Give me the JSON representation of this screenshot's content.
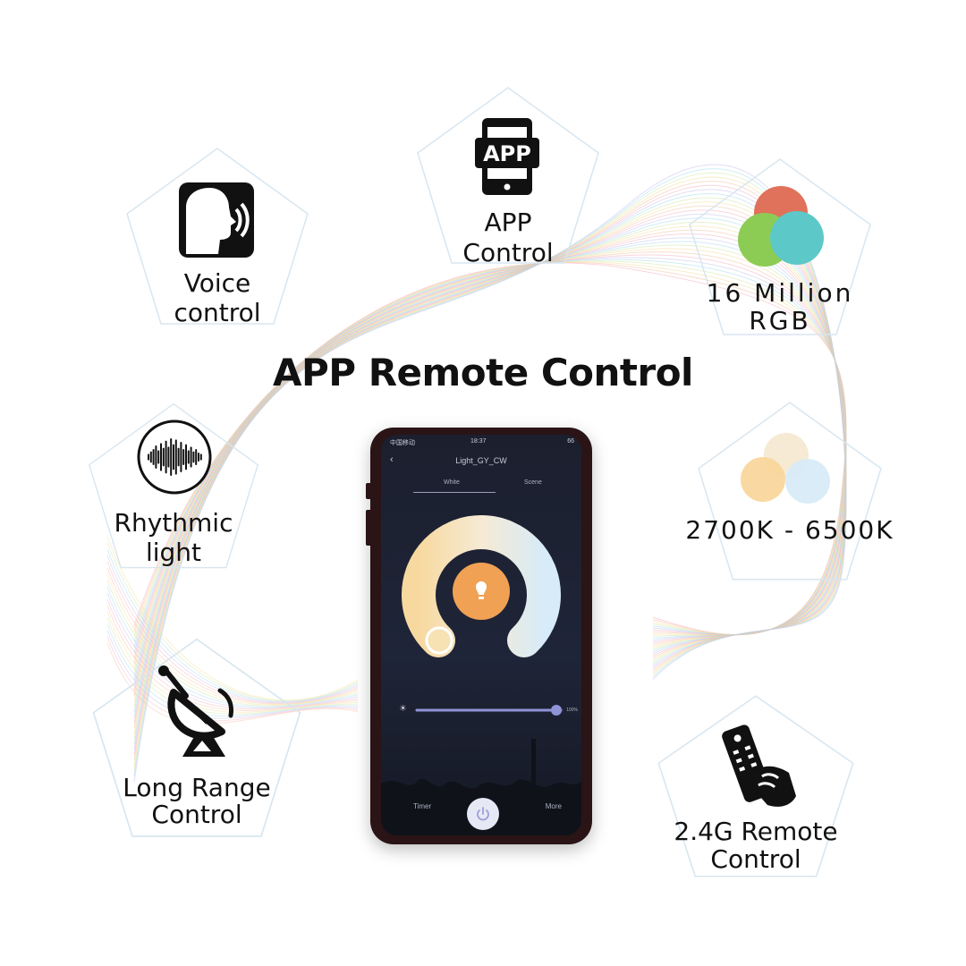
{
  "headline": "APP Remote Control",
  "features": [
    {
      "id": "voice",
      "lines": [
        "Voice",
        "control"
      ],
      "icon": "voice-speaking-icon"
    },
    {
      "id": "app",
      "lines": [
        "APP",
        "Control"
      ],
      "icon": "app-phone-icon",
      "icon_text": "APP"
    },
    {
      "id": "rgb",
      "lines": [
        "16 Million",
        "RGB"
      ],
      "icon": "rgb-circles-icon"
    },
    {
      "id": "rhythm",
      "lines": [
        "Rhythmic",
        "light"
      ],
      "icon": "sound-wave-icon"
    },
    {
      "id": "cct",
      "lines": [
        "2700K - 6500K"
      ],
      "icon": "color-temperature-icon"
    },
    {
      "id": "range",
      "lines": [
        "Long Range",
        "Control"
      ],
      "icon": "satellite-dish-icon"
    },
    {
      "id": "remote",
      "lines": [
        "2.4G Remote",
        "Control"
      ],
      "icon": "remote-control-hand-icon"
    }
  ],
  "phone": {
    "carrier": "中国移动",
    "time": "18:37",
    "battery": "66",
    "title": "Light_GY_CW",
    "tabs": [
      "White",
      "Scene"
    ],
    "brightness": "100%",
    "brightness_level": 1.0,
    "timer_label": "Timer",
    "more_label": "More"
  },
  "colors": {
    "rgb_red": "#e0715a",
    "rgb_green": "#8ccc55",
    "rgb_cyan": "#5cc8c8",
    "warm": "#f7d9a0",
    "neutral": "#f6ead4",
    "cool": "#d7ebf8",
    "bulb": "#f0a154",
    "slider": "#8f94d9"
  }
}
